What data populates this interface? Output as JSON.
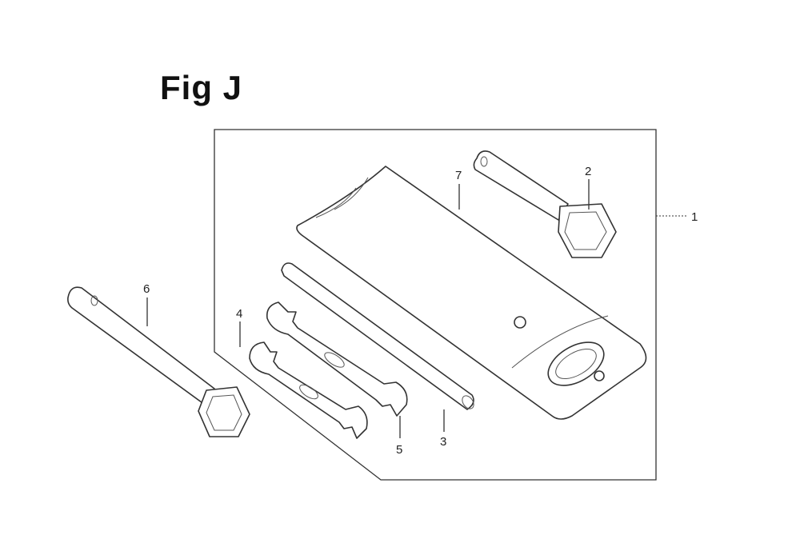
{
  "figure": {
    "title": "Fig J"
  },
  "callouts": [
    {
      "number": "1",
      "part": "tool-kit-assembly"
    },
    {
      "number": "2",
      "part": "box-wrench-short"
    },
    {
      "number": "3",
      "part": "bar-handle"
    },
    {
      "number": "4",
      "part": "open-end-wrench-small"
    },
    {
      "number": "5",
      "part": "open-end-wrench-large"
    },
    {
      "number": "6",
      "part": "box-wrench-long"
    },
    {
      "number": "7",
      "part": "tool-bag"
    }
  ]
}
